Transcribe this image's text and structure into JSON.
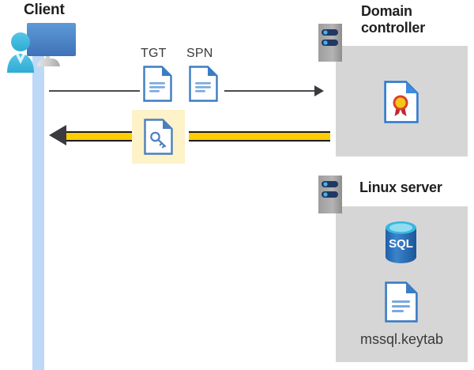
{
  "diagram": {
    "type": "kerberos-authentication-flow",
    "nodes": {
      "client": {
        "title": "Client",
        "icon": "user-at-computer-icon"
      },
      "domain_controller": {
        "title": "Domain controller",
        "rack_icon": "server-rack-icon",
        "contents": [
          {
            "icon": "certificate-icon",
            "label": ""
          }
        ]
      },
      "linux_server": {
        "title": "Linux server",
        "rack_icon": "server-rack-icon",
        "contents": [
          {
            "icon": "sql-database-icon",
            "label": "SQL"
          },
          {
            "icon": "document-icon",
            "label": "mssql.keytab"
          }
        ]
      }
    },
    "messages": [
      {
        "id": "request",
        "direction": "client-to-domain-controller",
        "style": "thin-gray-arrow",
        "artifacts": [
          {
            "label": "TGT",
            "icon": "document-icon"
          },
          {
            "label": "SPN",
            "icon": "document-icon"
          }
        ]
      },
      {
        "id": "response",
        "direction": "domain-controller-to-client",
        "style": "thick-yellow-arrow",
        "highlighted": true,
        "artifacts": [
          {
            "label": "",
            "icon": "key-document-icon"
          }
        ]
      }
    ],
    "colors": {
      "panel_gray": "#d6d6d6",
      "lifeline_blue": "#bed9f8",
      "highlight_yellow": "#fdf2c8",
      "arrow_yellow": "#ffcc00",
      "arrow_gray": "#3b3a3f",
      "doc_blue": "#3c7cc4",
      "sql_blue": "#2f6fb5",
      "rack_gray": "#9b9b9b",
      "rack_slot_navy": "#1f3864",
      "rack_led_cyan": "#41b6e6",
      "title_color": "#201f1e"
    },
    "sql_text": "SQL"
  }
}
